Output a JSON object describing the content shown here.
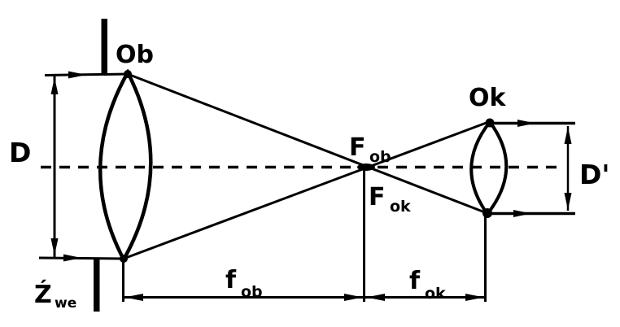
{
  "colors": {
    "ink": "#000000",
    "background": "#ffffff"
  },
  "labels": {
    "objective_lens": "Ob",
    "ocular_lens": "Ok",
    "entrance_diameter": "D",
    "exit_diameter": "D'",
    "objective_focus": {
      "base": "F",
      "sub": "ob"
    },
    "ocular_focus": {
      "base": "F",
      "sub": "ok"
    },
    "objective_focal_length": {
      "base": "f",
      "sub": "ob"
    },
    "ocular_focal_length": {
      "base": "f",
      "sub": "ok"
    },
    "entrance_pupil": {
      "base": "Ź",
      "sub": "we"
    }
  }
}
